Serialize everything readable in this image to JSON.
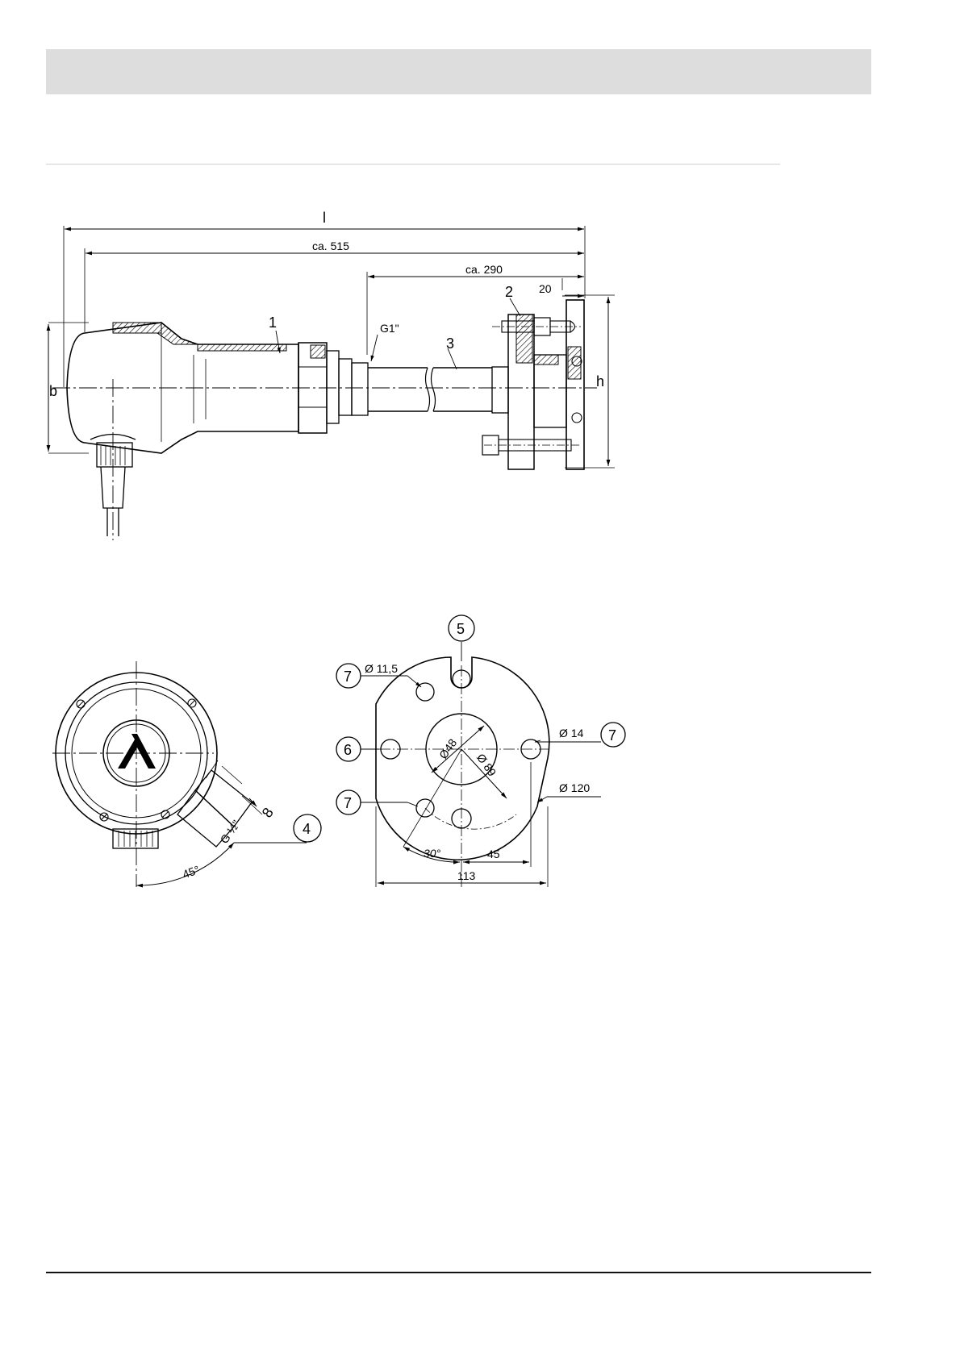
{
  "side_view": {
    "dim_l": "l",
    "dim_515": "ca. 515",
    "dim_290": "ca. 290",
    "dim_20": "20",
    "dim_b": "b",
    "dim_h": "h",
    "thread": "G1\"",
    "part_1": "1",
    "part_2": "2",
    "part_3": "3"
  },
  "front_view": {
    "part_4": "4",
    "dim_8": "8",
    "thread": "G ½\"",
    "angle": "45°"
  },
  "flange_view": {
    "part_5": "5",
    "part_6": "6",
    "part_7": "7",
    "hole_small": "Ø 11,5",
    "hole_large": "Ø 14",
    "outer_diameter": "Ø 120",
    "inner_diameter": "Ø48",
    "pitch_diameter": "Ø 89",
    "angle": "30°",
    "dim_45": "45",
    "dim_113": "113"
  },
  "colors": {
    "line": "#000000",
    "header_band": "#dddddd"
  }
}
